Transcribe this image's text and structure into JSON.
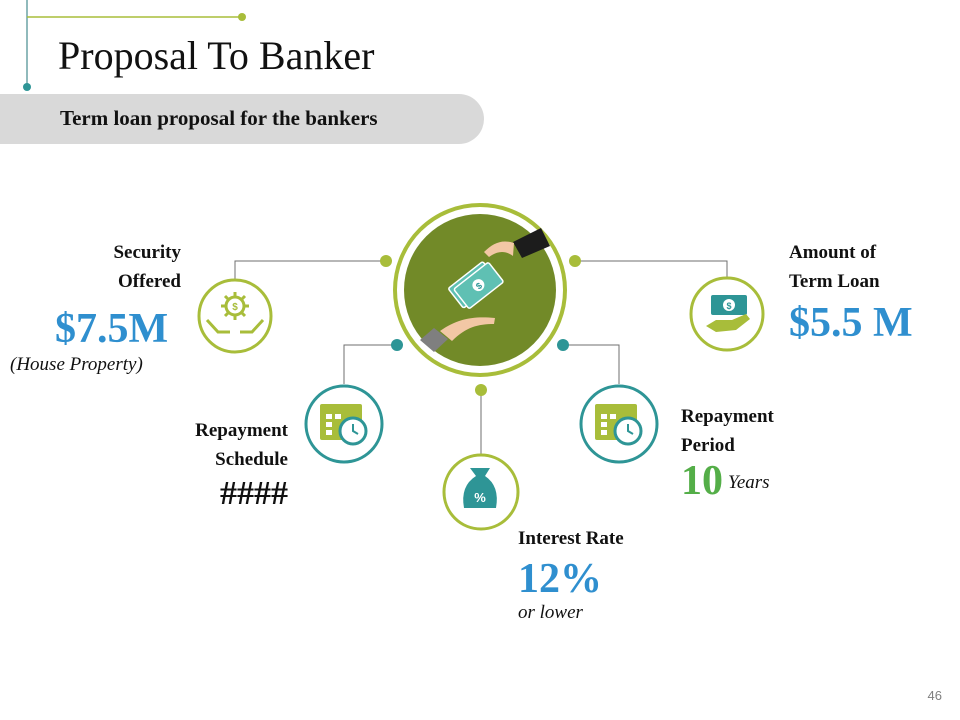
{
  "slide": {
    "title": "Proposal To Banker",
    "subtitle": "Term loan proposal for the bankers",
    "page_number": "46"
  },
  "items": {
    "security": {
      "label_line1": "Security",
      "label_line2": "Offered",
      "value": "$7.5M",
      "note": "(House Property)",
      "icon": "hands-dollar-gear-icon"
    },
    "amount": {
      "label_line1": "Amount of",
      "label_line2": "Term Loan",
      "value": "$5.5 M",
      "icon": "hand-cash-icon"
    },
    "schedule": {
      "label_line1": "Repayment",
      "label_line2": "Schedule",
      "value": "####",
      "icon": "calendar-clock-icon"
    },
    "period": {
      "label_line1": "Repayment",
      "label_line2": "Period",
      "value": "10",
      "unit": "Years",
      "icon": "calendar-clock-icon"
    },
    "interest": {
      "label": "Interest Rate",
      "value": "12%",
      "note": "or lower",
      "icon": "money-bag-percent-icon"
    }
  },
  "center": {
    "icon": "hands-exchanging-money-icon"
  },
  "colors": {
    "olive": "#728a28",
    "lime": "#a8bd3a",
    "teal": "#2e9596",
    "blue": "#2f8fcf",
    "green": "#54ae48"
  }
}
